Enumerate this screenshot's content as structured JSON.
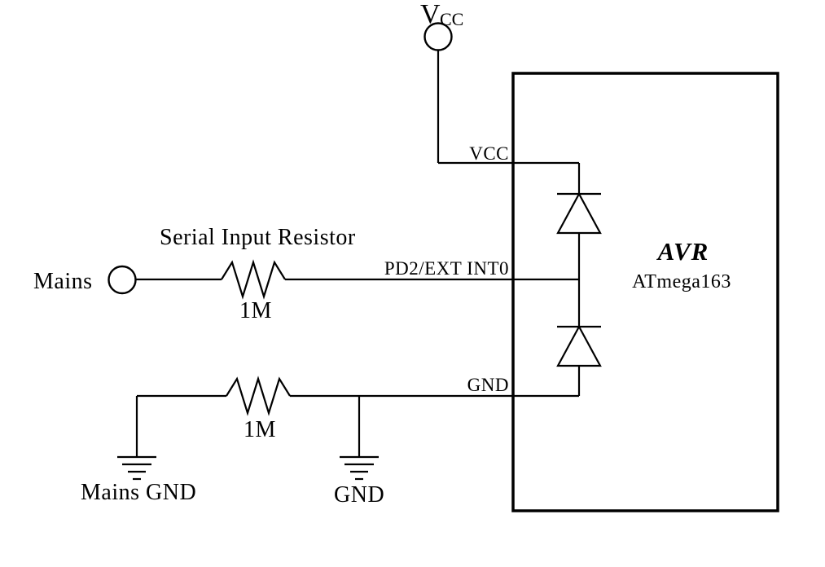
{
  "diagram": {
    "type": "circuit-schematic",
    "colors": {
      "line": "#000000",
      "background": "#ffffff"
    },
    "supply": {
      "label_main": "V",
      "label_sub": "CC"
    },
    "chip": {
      "name": "AVR",
      "part": "ATmega163",
      "pins": {
        "vcc": "VCC",
        "pd2": "PD2/EXT INT0",
        "gnd": "GND"
      }
    },
    "input": {
      "terminal_label": "Mains",
      "resistor_title": "Serial Input Resistor",
      "resistor_value": "1M"
    },
    "ground_path": {
      "resistor_value": "1M",
      "mains_ground_label": "Mains GND",
      "ground_label": "GND"
    }
  }
}
